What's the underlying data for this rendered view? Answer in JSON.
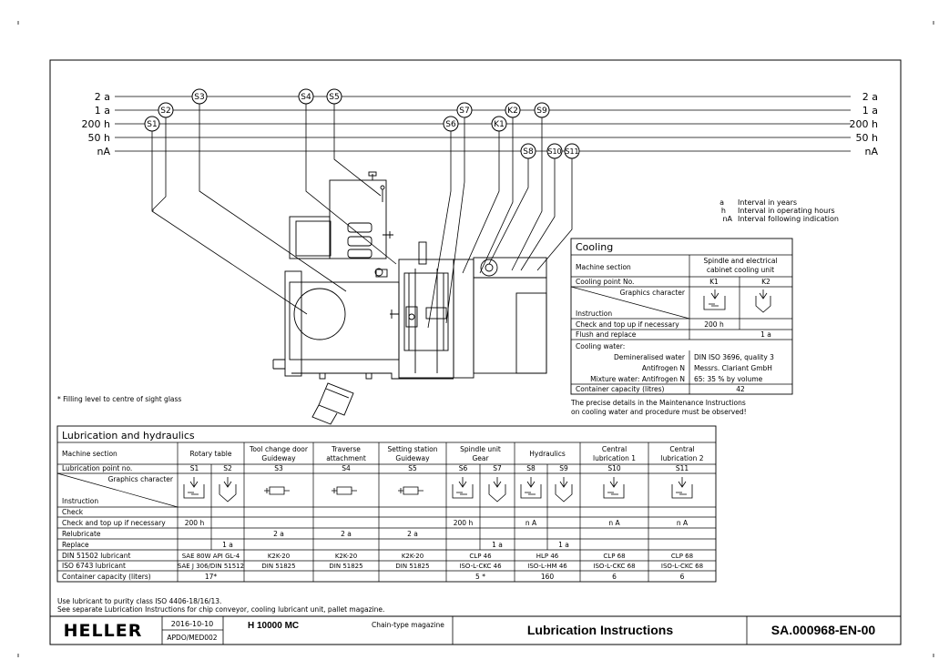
{
  "intervals": {
    "left": [
      "2 a",
      "1 a",
      "200 h",
      "50 h",
      "nA"
    ],
    "right": [
      "2 a",
      "1 a",
      "200 h",
      "50 h",
      "nA"
    ]
  },
  "points": {
    "top_row": [
      "S3",
      "S4",
      "S5"
    ],
    "row_1a": [
      "S2",
      "S7",
      "K2",
      "S9"
    ],
    "row_200h": [
      "S1",
      "S6",
      "K1"
    ],
    "row_na": [
      "S8",
      "S10",
      "S11"
    ]
  },
  "legend": [
    {
      "code": "a",
      "text": "Interval in years"
    },
    {
      "code": "h",
      "text": "Interval in operating hours"
    },
    {
      "code": "nA",
      "text": "Interval following indication"
    }
  ],
  "cooling": {
    "title": "Cooling",
    "machine_section_label": "Machine section",
    "machine_section_value_1": "Spindle and electrical",
    "machine_section_value_2": "cabinet cooling unit",
    "point_label": "Cooling point No.",
    "points": [
      "K1",
      "K2"
    ],
    "graphics_label": "Graphics character",
    "instruction_label": "Instruction",
    "check_label": "Check and top up if necessary",
    "check_value": "200 h",
    "flush_label": "Flush and replace",
    "flush_value": "1 a",
    "water_label": "Cooling water:",
    "water_rows": [
      {
        "label": "Demineralised water",
        "value": "DIN ISO 3696, quality 3"
      },
      {
        "label": "Antifrogen N",
        "value": "Messrs. Clariant GmbH"
      },
      {
        "label": "Mixture water: Antifrogen N",
        "value": "65: 35 % by volume"
      }
    ],
    "capacity_label": "Container capacity (litres)",
    "capacity_value": "42",
    "note_1": "The precise details in the Maintenance Instructions",
    "note_2": "on cooling water and procedure must be observed!"
  },
  "sight_glass_note": "* Filling level to centre of sight glass",
  "lub": {
    "title": "Lubrication and hydraulics",
    "row_labels": {
      "section": "Machine section",
      "point": "Lubrication point no.",
      "graphics": "Graphics character",
      "instruction": "Instruction",
      "check": "Check",
      "check_top": "Check and top up if necessary",
      "relubricate": "Relubricate",
      "replace": "Replace",
      "din51502": "DIN 51502 lubricant",
      "iso6743": "ISO 6743 lubricant",
      "capacity": "Container capacity (liters)"
    },
    "sections": [
      {
        "l1": "",
        "l2": "Rotary table"
      },
      {
        "l1": "Tool change door",
        "l2": "Guideway"
      },
      {
        "l1": "Traverse",
        "l2": "attachment"
      },
      {
        "l1": "Setting station",
        "l2": "Guideway"
      },
      {
        "l1": "Spindle unit",
        "l2": "Gear"
      },
      {
        "l1": "",
        "l2": "Hydraulics"
      },
      {
        "l1": "Central",
        "l2": "lubrication 1"
      },
      {
        "l1": "Central",
        "l2": "lubrication 2"
      }
    ],
    "points": [
      "S1",
      "S2",
      "S3",
      "S4",
      "S5",
      "S6",
      "S7",
      "S8",
      "S9",
      "S10",
      "S11"
    ],
    "check_top": [
      "200 h",
      "",
      "",
      "",
      "",
      "200 h",
      "",
      "n A",
      "",
      "n A",
      "n A"
    ],
    "relubricate": [
      "",
      "",
      "2 a",
      "2 a",
      "2 a",
      "",
      "",
      "",
      "",
      "",
      ""
    ],
    "replace": [
      "",
      "1 a",
      "",
      "",
      "",
      "",
      "1 a",
      "",
      "1 a",
      "",
      ""
    ],
    "din51502": [
      "SAE 80W API GL-4",
      "K2K-20",
      "K2K-20",
      "K2K-20",
      "CLP 46",
      "HLP 46",
      "CLP 68",
      "CLP 68"
    ],
    "iso6743": [
      "SAE J 306/DIN 51512",
      "DIN 51825",
      "DIN 51825",
      "DIN 51825",
      "ISO-L-CKC 46",
      "ISO-L-HM 46",
      "ISO-L-CKC 68",
      "ISO-L-CKC 68"
    ],
    "capacity": [
      "17*",
      "",
      "",
      "",
      "5 *",
      "160",
      "6",
      "6"
    ]
  },
  "footnotes": [
    "Use lubricant to purity class ISO 4406-18/16/13.",
    "See separate Lubrication Instructions for chip conveyor, cooling lubricant unit, pallet magazine."
  ],
  "titleblock": {
    "logo": "HELLER",
    "date": "2016-10-10",
    "dept": "APDO/MED002",
    "model": "H 10000 MC",
    "subtitle": "Chain-type magazine",
    "title": "Lubrication Instructions",
    "doc_no": "SA.000968-EN-00"
  },
  "colors": {
    "line": "#000000",
    "background": "#ffffff"
  }
}
